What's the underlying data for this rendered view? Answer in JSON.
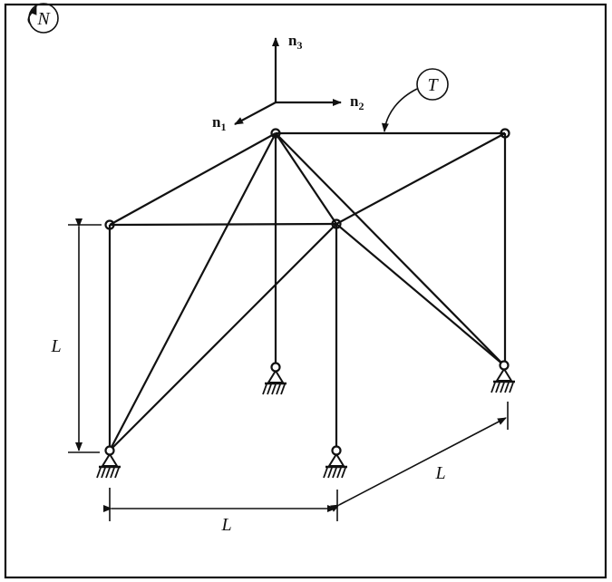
{
  "frame_label": "N",
  "truss_label": "T",
  "axes": {
    "n1": "n",
    "n1_sub": "1",
    "n2": "n",
    "n2_sub": "2",
    "n3": "n",
    "n3_sub": "3"
  },
  "dimensions": {
    "height": "L",
    "width": "L",
    "depth": "L"
  }
}
